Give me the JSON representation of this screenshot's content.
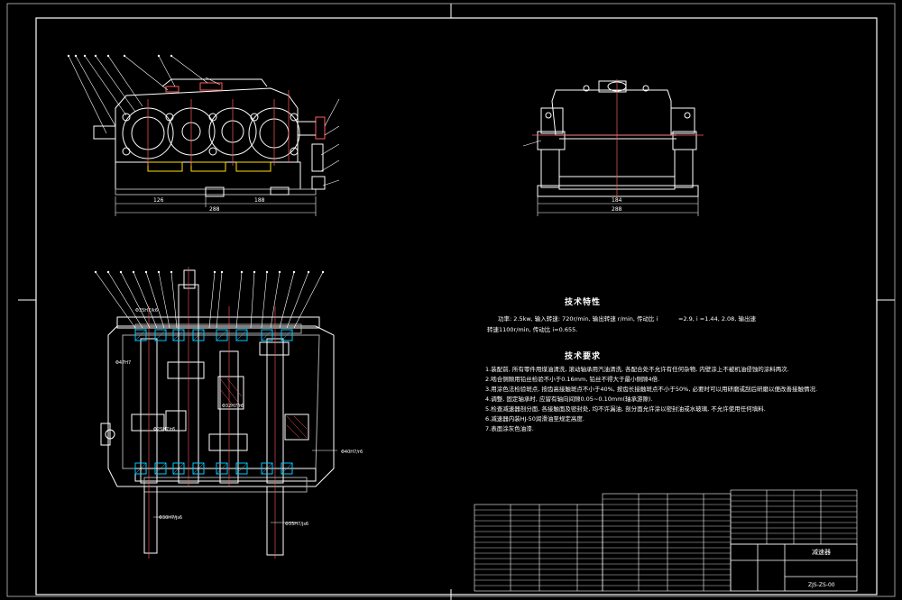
{
  "specs": {
    "title": "技术特性",
    "line1_a": "功率: 2.5kw, 输入转速: 720r/min, 输出转速 r/min, 传动比 i",
    "line1_b": "=2.9, i =1.44, 2.08, 输出速",
    "line2": "转速1100r/min, 传动比 i=0.655."
  },
  "requirements": {
    "title": "技术要求",
    "items": [
      "1.装配前, 所有零件用煤油清洗, 滚动轴承用汽油清洗, 各配合处不允许有任何杂物, 内壁涂上不被机油侵蚀的涂料两次.",
      "2.啮合侧隙用铅丝检验不小于0.16mm, 铅丝不得大于最小侧隙4倍.",
      "3.用涂色法检验斑点, 按齿高接触斑点不小于40%, 按齿长接触斑点不小于50%, 必要时可以用研磨或刮后研磨以便改善接触情况.",
      "4.调整, 固定轴承时, 应留有轴向间隙0.05~0.10mm(轴承游隙).",
      "5.检查减速器剖分面, 各接触面及密封处, 均不许漏油, 剖分面允许涂以密封油或水玻璃, 不允许使用任何填料.",
      "6.减速器内装HJ-50润滑油至规定高度.",
      "7.表面涂灰色油漆."
    ]
  },
  "dimensions": {
    "front_a": "126",
    "front_b": "188",
    "front_total": "288",
    "side_a": "184",
    "side_b": "288"
  },
  "fits": {
    "top_bearing": "Φ35H7/k6",
    "left_side": "Φ47H7",
    "mid_gear": "Φ32H7/r6",
    "right_shaft": "Φ40H7/r6",
    "low_left": "Φ25H7/r6",
    "bottom_left": "Φ30H7/js6",
    "bottom_right": "Φ35H7/js6"
  },
  "title_block": {
    "drawing_name": "减速器",
    "drawing_no": "ZJS-ZS-00"
  },
  "colors": {
    "background": "#000000",
    "line": "#ffffff",
    "callout": "#ff5a5a",
    "cut": "#00c8ff",
    "dim": "#ffe000",
    "hatch": "#aaaaaa"
  }
}
